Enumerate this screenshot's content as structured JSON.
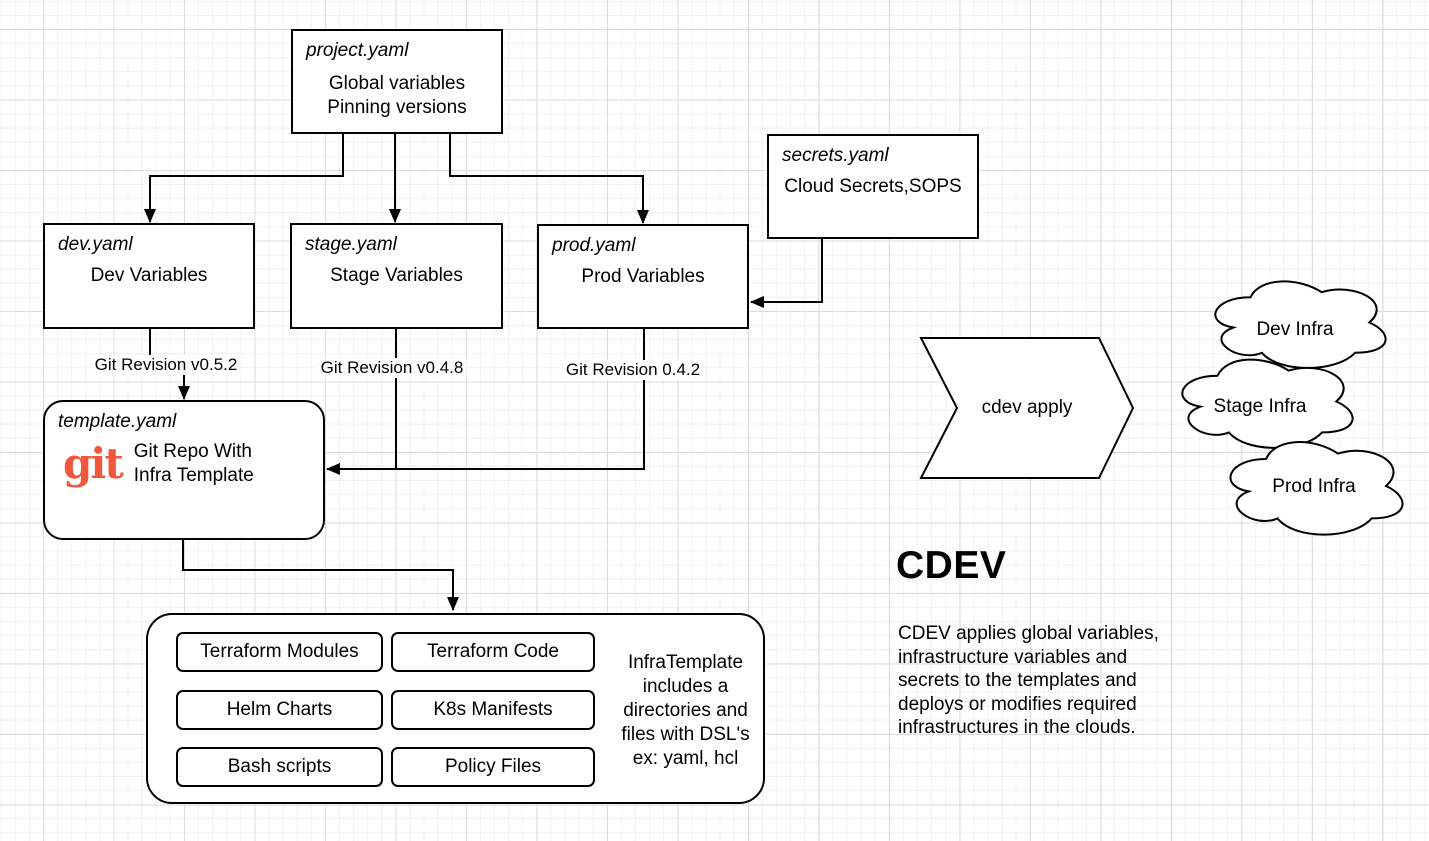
{
  "boxes": {
    "project": {
      "title": "project.yaml",
      "line1": "Global variables",
      "line2": "Pinning versions"
    },
    "dev": {
      "title": "dev.yaml",
      "body": "Dev Variables"
    },
    "stage": {
      "title": "stage.yaml",
      "body": "Stage Variables"
    },
    "prod": {
      "title": "prod.yaml",
      "body": "Prod Variables"
    },
    "secrets": {
      "title": "secrets.yaml",
      "body": "Cloud Secrets,SOPS"
    },
    "template": {
      "title": "template.yaml",
      "logo_text": "git",
      "line1": "Git Repo With",
      "line2": "Infra Template"
    }
  },
  "edge_labels": {
    "dev_revision": "Git Revision v0.5.2",
    "stage_revision": "Git Revision v0.4.8",
    "prod_revision": "Git Revision 0.4.2"
  },
  "infra_template": {
    "items": [
      "Terraform Modules",
      "Terraform Code",
      "Helm Charts",
      "K8s Manifests",
      "Bash scripts",
      "Policy Files"
    ],
    "note_lines": [
      "InfraTemplate",
      "includes a",
      "directories and",
      "files with DSL's",
      "ex: yaml, hcl"
    ]
  },
  "process": {
    "label": "cdev apply"
  },
  "clouds": [
    {
      "label": "Dev Infra"
    },
    {
      "label": "Stage Infra"
    },
    {
      "label": "Prod Infra"
    }
  ],
  "cdev_section": {
    "heading": "CDEV",
    "description_lines": [
      "CDEV applies global variables,",
      "infrastructure variables and",
      "secrets to the templates and",
      "deploys or modifies required",
      "infrastructures in the clouds."
    ]
  },
  "colors": {
    "git_logo": "#f0583d",
    "stroke": "#000000",
    "background": "#ffffff"
  }
}
